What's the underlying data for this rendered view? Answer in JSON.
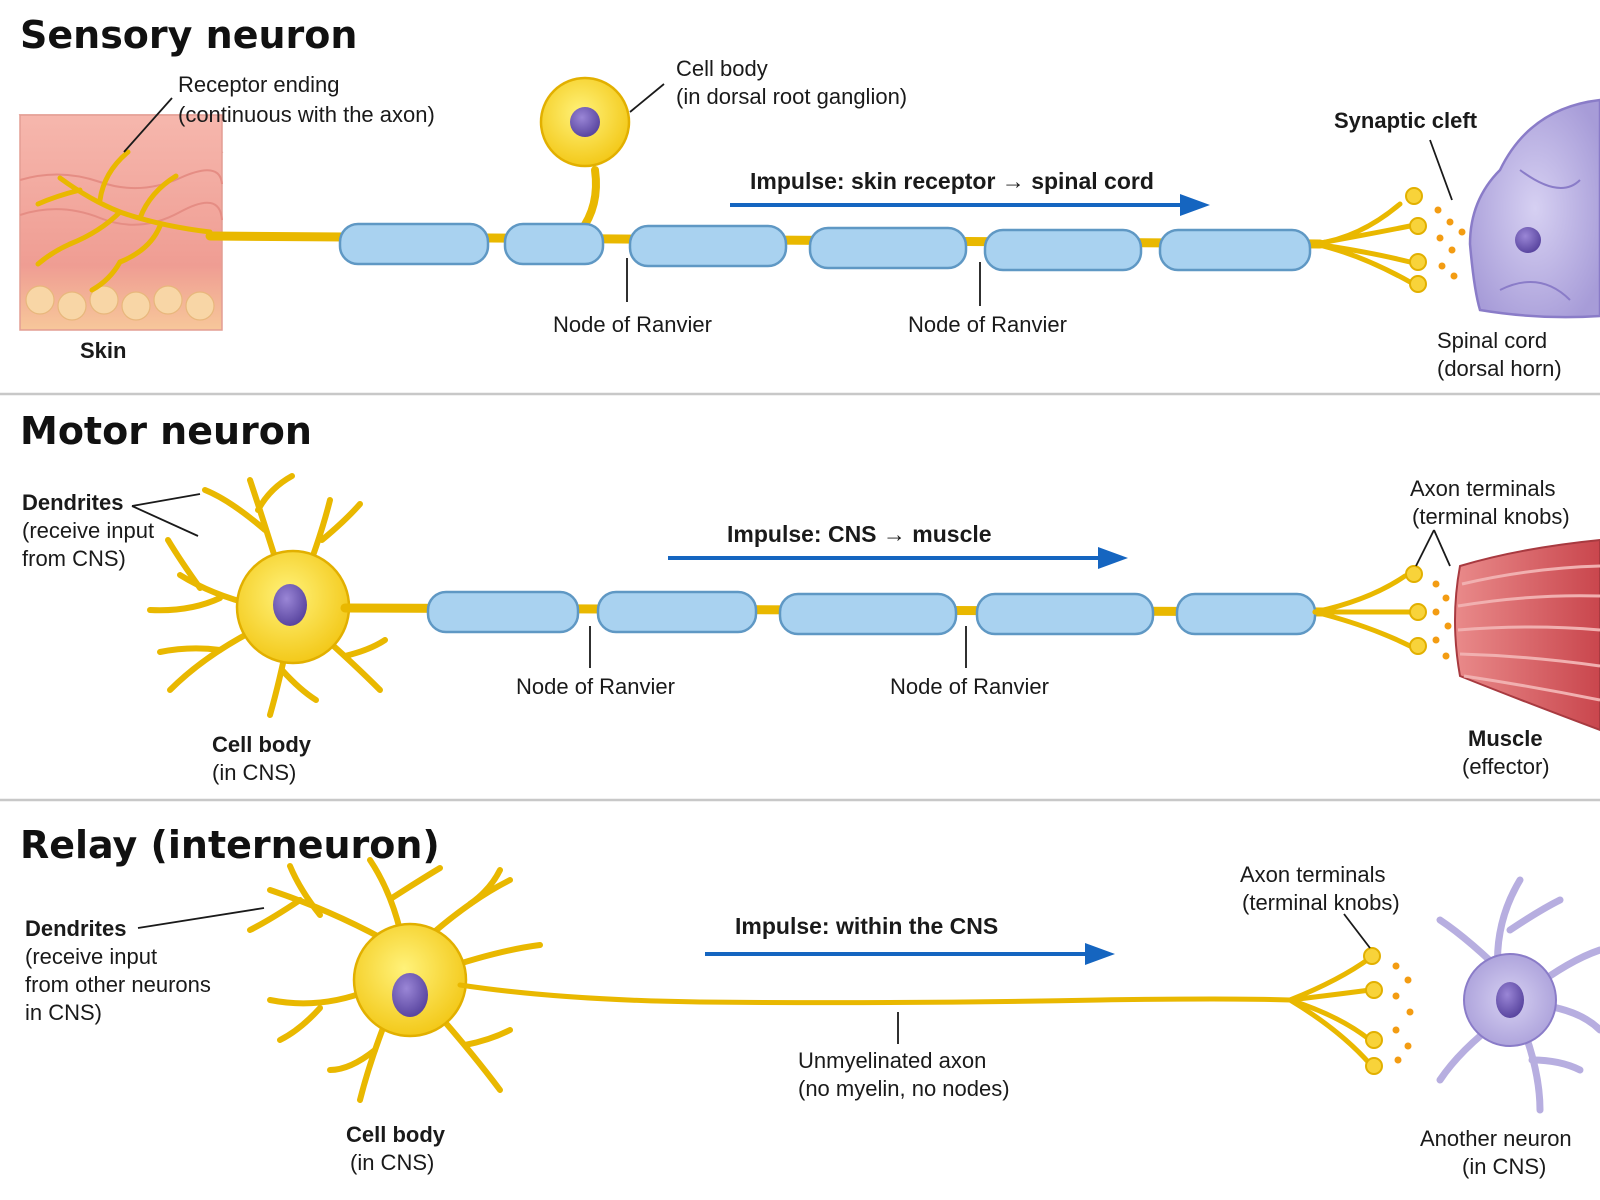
{
  "colors": {
    "neuron": "#f7d93a",
    "neuron_outline": "#e2b000",
    "nucleus": "#7a63b8",
    "myelin": "#a9d2f0",
    "impulse_arrow": "#1565c0",
    "target_neuron": "#b7aee0",
    "skin": "#f2a9a0",
    "muscle": "#d9575c",
    "neurotransmitter": "#f39c12"
  },
  "sensory": {
    "title": "Sensory neuron",
    "receptor_label": "Receptor ending",
    "receptor_sub": "(continuous with the axon)",
    "cellbody_label": "Cell body",
    "cellbody_sub": "(in dorsal root ganglion)",
    "impulse": "Impulse: skin receptor → spinal cord",
    "synaptic_cleft": "Synaptic cleft",
    "node1": "Node of Ranvier",
    "node2": "Node of Ranvier",
    "skin": "Skin",
    "target_label": "Spinal cord",
    "target_sub": "(dorsal horn)"
  },
  "motor": {
    "title": "Motor neuron",
    "dendrites_label": "Dendrites",
    "dendrites_sub1": "(receive input",
    "dendrites_sub2": "from CNS)",
    "impulse": "Impulse: CNS → muscle",
    "terminals_label": "Axon terminals",
    "terminals_sub": "(terminal knobs)",
    "node1": "Node of Ranvier",
    "node2": "Node of Ranvier",
    "cellbody_label": "Cell body",
    "cellbody_sub": "(in CNS)",
    "target_label": "Muscle",
    "target_sub": "(effector)"
  },
  "relay": {
    "title": "Relay (interneuron)",
    "dendrites_label": "Dendrites",
    "dendrites_sub1": "(receive input",
    "dendrites_sub2": "from other neurons",
    "dendrites_sub3": "in CNS)",
    "impulse": "Impulse: within the CNS",
    "terminals_label": "Axon terminals",
    "terminals_sub": "(terminal knobs)",
    "axon_label": "Unmyelinated axon",
    "axon_sub": "(no myelin, no nodes)",
    "cellbody_label": "Cell body",
    "cellbody_sub": "(in CNS)",
    "target_label": "Another neuron",
    "target_sub": "(in CNS)"
  }
}
